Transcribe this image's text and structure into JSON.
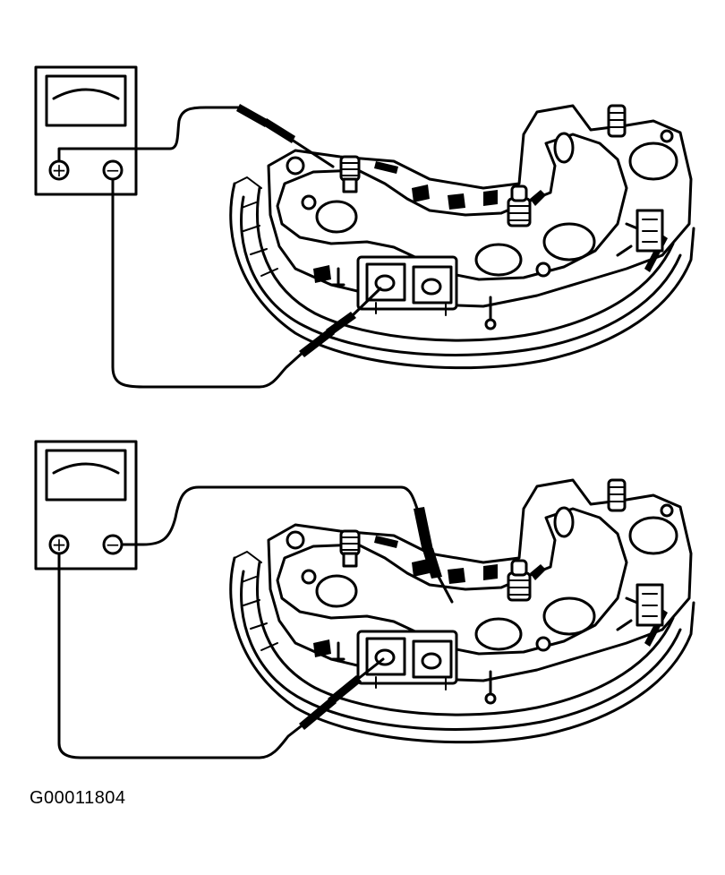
{
  "figure": {
    "code": "G00011804",
    "plus_symbol": "+",
    "minus_symbol": "−"
  },
  "panels": [
    {
      "id": "top",
      "meter_positive": "+",
      "meter_negative": "−"
    },
    {
      "id": "bottom",
      "meter_positive": "+",
      "meter_negative": "−"
    }
  ]
}
